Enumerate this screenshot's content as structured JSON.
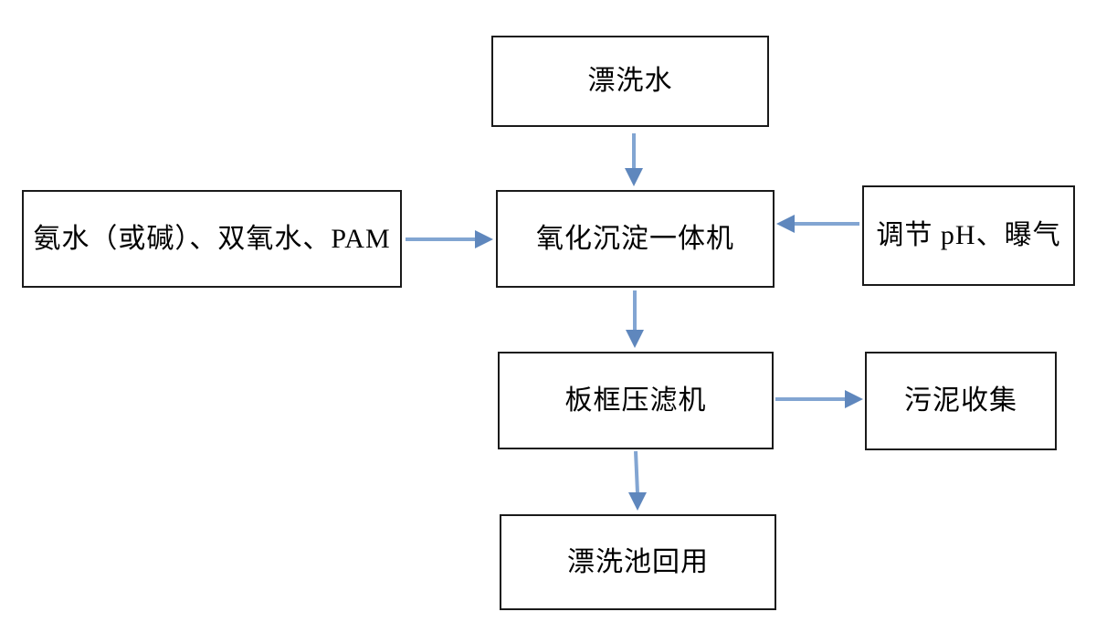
{
  "diagram": {
    "type": "flowchart",
    "nodes": {
      "rinse_water": {
        "label": "漂洗水"
      },
      "chemicals": {
        "label": "氨水（或碱）、双氧水、PAM"
      },
      "oxidation": {
        "label": "氧化沉淀一体机"
      },
      "ph_adjust": {
        "label": "调节 pH、曝气"
      },
      "filter_press": {
        "label": "板框压滤机"
      },
      "sludge": {
        "label": "污泥收集"
      },
      "reuse": {
        "label": "漂洗池回用"
      }
    },
    "edges": [
      {
        "from": "rinse_water",
        "to": "oxidation",
        "direction": "down"
      },
      {
        "from": "chemicals",
        "to": "oxidation",
        "direction": "right"
      },
      {
        "from": "ph_adjust",
        "to": "oxidation",
        "direction": "left"
      },
      {
        "from": "oxidation",
        "to": "filter_press",
        "direction": "down"
      },
      {
        "from": "filter_press",
        "to": "sludge",
        "direction": "right"
      },
      {
        "from": "filter_press",
        "to": "reuse",
        "direction": "down"
      }
    ],
    "colors": {
      "arrow_shaft": "#82A5D2",
      "arrow_head": "#5F87BD",
      "box_border": "#1A1A1A",
      "box_fill": "#FFFFFF",
      "text": "#000000",
      "background": "#FFFFFF"
    }
  }
}
